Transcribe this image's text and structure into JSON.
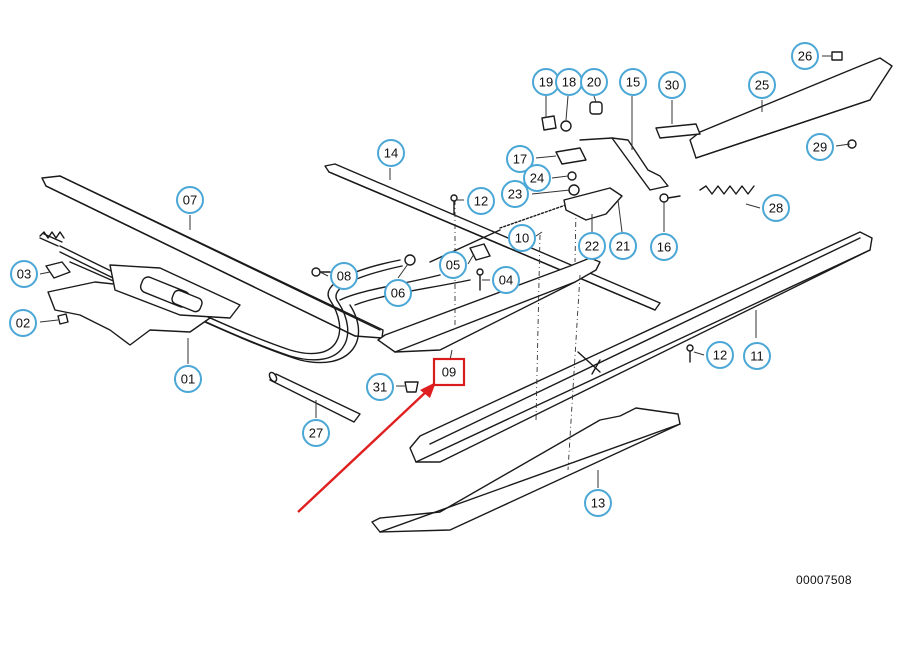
{
  "diagram": {
    "catalog_number": "00007508",
    "highlighted_callout": "09",
    "arrow_color": "#e02020",
    "callout_color": "#4aa7d6",
    "callouts": [
      {
        "label": "26"
      },
      {
        "label": "19"
      },
      {
        "label": "18"
      },
      {
        "label": "20"
      },
      {
        "label": "15"
      },
      {
        "label": "30"
      },
      {
        "label": "25"
      },
      {
        "label": "29"
      },
      {
        "label": "14"
      },
      {
        "label": "17"
      },
      {
        "label": "24"
      },
      {
        "label": "23"
      },
      {
        "label": "07"
      },
      {
        "label": "12"
      },
      {
        "label": "28"
      },
      {
        "label": "10"
      },
      {
        "label": "22"
      },
      {
        "label": "21"
      },
      {
        "label": "16"
      },
      {
        "label": "03"
      },
      {
        "label": "08"
      },
      {
        "label": "05"
      },
      {
        "label": "04"
      },
      {
        "label": "06"
      },
      {
        "label": "02"
      },
      {
        "label": "12"
      },
      {
        "label": "11"
      },
      {
        "label": "01"
      },
      {
        "label": "31"
      },
      {
        "label": "09"
      },
      {
        "label": "27"
      },
      {
        "label": "13"
      }
    ]
  }
}
